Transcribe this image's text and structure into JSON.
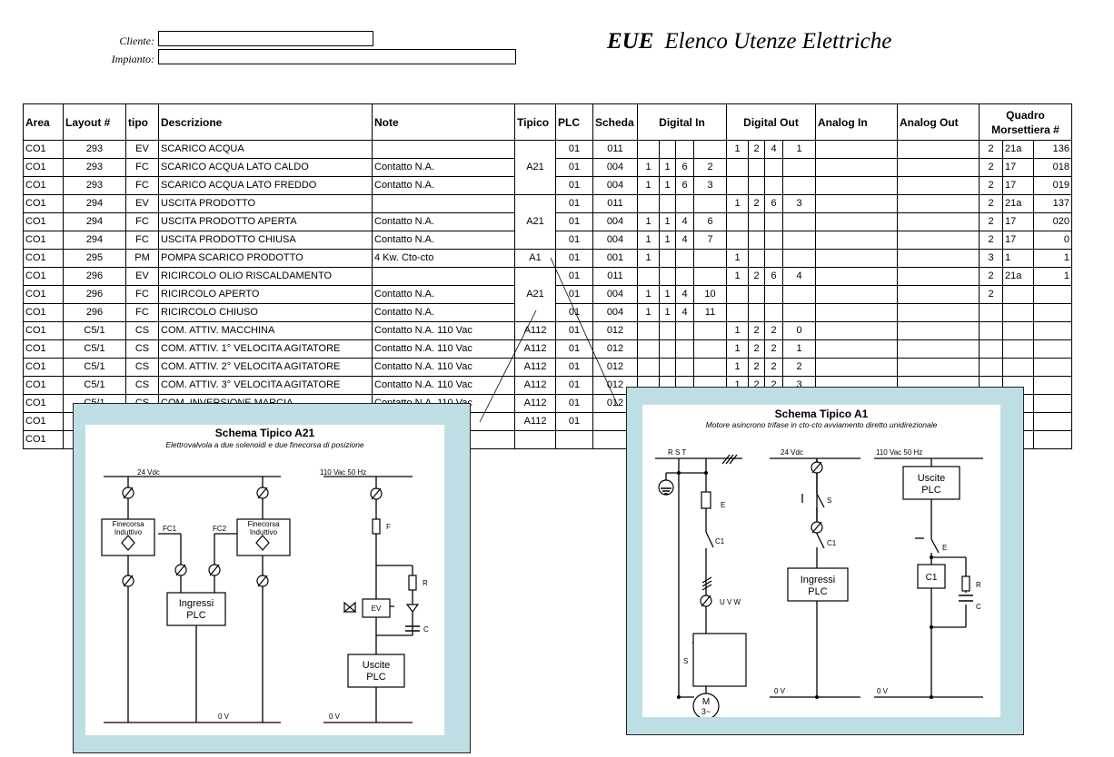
{
  "header": {
    "cliente_label": "Cliente:",
    "cliente_value": "",
    "impianto_label": "Impianto:",
    "impianto_value": "",
    "title_bold": "EUE",
    "title_rest": "Elenco Utenze Elettriche"
  },
  "columns": {
    "area": "Area",
    "layout": "Layout #",
    "tipo": "tipo",
    "descrizione": "Descrizione",
    "note": "Note",
    "tipico": "Tipico",
    "plc": "PLC",
    "scheda": "Scheda",
    "digital_in": "Digital In",
    "digital_out": "Digital Out",
    "analog_in": "Analog In",
    "analog_out": "Analog Out",
    "quadro": "Quadro",
    "morsettiera": "Morsettiera #"
  },
  "rows": [
    {
      "area": "CO1",
      "layout": "293",
      "tipo": "EV",
      "desc": "SCARICO ACQUA",
      "note": "",
      "plc": "01",
      "scheda": "011",
      "din": [
        "",
        "",
        "",
        ""
      ],
      "dout": [
        "1",
        "2",
        "4",
        "1"
      ],
      "q": [
        "2",
        "21a",
        "136"
      ]
    },
    {
      "area": "CO1",
      "layout": "293",
      "tipo": "FC",
      "desc": "SCARICO ACQUA LATO CALDO",
      "note": "Contatto N.A.",
      "plc": "01",
      "scheda": "004",
      "din": [
        "1",
        "1",
        "6",
        "2"
      ],
      "dout": [
        "",
        "",
        "",
        ""
      ],
      "q": [
        "2",
        "17",
        "018"
      ]
    },
    {
      "area": "CO1",
      "layout": "293",
      "tipo": "FC",
      "desc": "SCARICO ACQUA LATO FREDDO",
      "note": "Contatto N.A.",
      "plc": "01",
      "scheda": "004",
      "din": [
        "1",
        "1",
        "6",
        "3"
      ],
      "dout": [
        "",
        "",
        "",
        ""
      ],
      "q": [
        "2",
        "17",
        "019"
      ]
    },
    {
      "area": "CO1",
      "layout": "294",
      "tipo": "EV",
      "desc": "USCITA PRODOTTO",
      "note": "",
      "plc": "01",
      "scheda": "011",
      "din": [
        "",
        "",
        "",
        ""
      ],
      "dout": [
        "1",
        "2",
        "6",
        "3"
      ],
      "q": [
        "2",
        "21a",
        "137"
      ]
    },
    {
      "area": "CO1",
      "layout": "294",
      "tipo": "FC",
      "desc": "USCITA PRODOTTO APERTA",
      "note": "Contatto N.A.",
      "plc": "01",
      "scheda": "004",
      "din": [
        "1",
        "1",
        "4",
        "6"
      ],
      "dout": [
        "",
        "",
        "",
        ""
      ],
      "q": [
        "2",
        "17",
        "020"
      ]
    },
    {
      "area": "CO1",
      "layout": "294",
      "tipo": "FC",
      "desc": "USCITA PRODOTTO CHIUSA",
      "note": "Contatto N.A.",
      "plc": "01",
      "scheda": "004",
      "din": [
        "1",
        "1",
        "4",
        "7"
      ],
      "dout": [
        "",
        "",
        "",
        ""
      ],
      "q": [
        "2",
        "17",
        "0"
      ]
    },
    {
      "area": "CO1",
      "layout": "295",
      "tipo": "PM",
      "desc": "POMPA SCARICO PRODOTTO",
      "note": "4 Kw. Cto-cto",
      "plc": "01",
      "scheda": "001",
      "din": [
        "1",
        "",
        "",
        ""
      ],
      "dout": [
        "1",
        "",
        "",
        ""
      ],
      "q": [
        "3",
        "1",
        "1"
      ]
    },
    {
      "area": "CO1",
      "layout": "296",
      "tipo": "EV",
      "desc": "RICIRCOLO OLIO RISCALDAMENTO",
      "note": "",
      "plc": "01",
      "scheda": "011",
      "din": [
        "",
        "",
        "",
        ""
      ],
      "dout": [
        "1",
        "2",
        "6",
        "4"
      ],
      "q": [
        "2",
        "21a",
        "1"
      ]
    },
    {
      "area": "CO1",
      "layout": "296",
      "tipo": "FC",
      "desc": "RICIRCOLO APERTO",
      "note": "Contatto N.A.",
      "plc": "01",
      "scheda": "004",
      "din": [
        "1",
        "1",
        "4",
        "10"
      ],
      "dout": [
        "",
        "",
        "",
        ""
      ],
      "q": [
        "2",
        "",
        ""
      ]
    },
    {
      "area": "CO1",
      "layout": "296",
      "tipo": "FC",
      "desc": "RICIRCOLO CHIUSO",
      "note": "Contatto N.A.",
      "plc": "01",
      "scheda": "004",
      "din": [
        "1",
        "1",
        "4",
        "11"
      ],
      "dout": [
        "",
        "",
        "",
        ""
      ],
      "q": [
        "",
        "",
        ""
      ]
    },
    {
      "area": "CO1",
      "layout": "C5/1",
      "tipo": "CS",
      "desc": "COM. ATTIV. MACCHINA",
      "note": "Contatto N.A. 110 Vac",
      "tipico": "A112",
      "plc": "01",
      "scheda": "012",
      "din": [
        "",
        "",
        "",
        ""
      ],
      "dout": [
        "1",
        "2",
        "2",
        "0"
      ]
    },
    {
      "area": "CO1",
      "layout": "C5/1",
      "tipo": "CS",
      "desc": "COM. ATTIV. 1° VELOCITA AGITATORE",
      "note": "Contatto N.A. 110 Vac",
      "tipico": "A112",
      "plc": "01",
      "scheda": "012",
      "din": [
        "",
        "",
        "",
        ""
      ],
      "dout": [
        "1",
        "2",
        "2",
        "1"
      ]
    },
    {
      "area": "CO1",
      "layout": "C5/1",
      "tipo": "CS",
      "desc": "COM. ATTIV. 2° VELOCITA AGITATORE",
      "note": "Contatto N.A. 110 Vac",
      "tipico": "A112",
      "plc": "01",
      "scheda": "012",
      "din": [
        "",
        "",
        "",
        ""
      ],
      "dout": [
        "1",
        "2",
        "2",
        "2"
      ]
    },
    {
      "area": "CO1",
      "layout": "C5/1",
      "tipo": "CS",
      "desc": "COM. ATTIV. 3° VELOCITA AGITATORE",
      "note": "Contatto N.A. 110 Vac",
      "tipico": "A112",
      "plc": "01",
      "scheda": "012",
      "din": [
        "",
        "",
        "",
        ""
      ],
      "dout": [
        "1",
        "2",
        "2",
        "3"
      ]
    },
    {
      "area": "CO1",
      "layout": "C5/1",
      "tipo": "CS",
      "desc": "COM. INVERSIONE MARCIA",
      "note": "Contatto N.A. 110 Vac",
      "tipico": "A112",
      "plc": "01",
      "scheda": "012",
      "din": [
        "",
        "",
        "",
        ""
      ],
      "dout": [
        "",
        "",
        "",
        ""
      ]
    },
    {
      "area": "CO1",
      "layout": "",
      "tipo": "",
      "desc": "",
      "note": "",
      "tipico": "A112",
      "plc": "01",
      "scheda": "",
      "din": [
        "",
        "",
        "",
        ""
      ],
      "dout": [
        "",
        "",
        "",
        ""
      ]
    },
    {
      "area": "CO1",
      "layout": "",
      "tipo": "",
      "desc": "",
      "note": "",
      "tipico": "",
      "plc": "",
      "scheda": "",
      "din": [
        "",
        "",
        "",
        ""
      ],
      "dout": [
        "",
        "",
        "",
        ""
      ]
    }
  ],
  "tipico_groups": [
    {
      "label": "A21"
    },
    {
      "label": "A21"
    },
    {
      "label": "A1"
    },
    {
      "label": "A21"
    }
  ],
  "schema_a21": {
    "title": "Schema Tipico A21",
    "subtitle": "Elettrovalvola a due solenoidi e due finecorsa di posizione",
    "v24": "24 Vdc",
    "v110": "110 Vac 50 Hz",
    "fin1": [
      "Finecorsa",
      "Induttivo"
    ],
    "fin2": [
      "Finecorsa",
      "Induttivo"
    ],
    "fc1": "FC1",
    "fc2": "FC2",
    "ingressi": [
      "Ingressi",
      "PLC"
    ],
    "uscite": [
      "Uscite",
      "PLC"
    ],
    "f": "F",
    "r": "R",
    "ev": "EV",
    "c": "C",
    "ov1": "0 V",
    "ov2": "0 V"
  },
  "schema_a1": {
    "title": "Schema Tipico A1",
    "subtitle": "Motore asincrono trifase in cto-cto avviamento diretto unidirezionale",
    "rst": "R S T",
    "v24": "24 Vdc",
    "v110": "110 Vac 50 Hz",
    "e1": "E",
    "c1a": "C1",
    "uvw": "U V W",
    "s_motor": "S",
    "motor": [
      "M",
      "3~"
    ],
    "s_switch": "S",
    "c1b": "C1",
    "ingressi": [
      "Ingressi",
      "PLC"
    ],
    "uscite": [
      "Uscite",
      "PLC"
    ],
    "e2": "E",
    "c1coil": "C1",
    "r": "R",
    "c": "C",
    "ov1": "0 V",
    "ov2": "0 V"
  }
}
